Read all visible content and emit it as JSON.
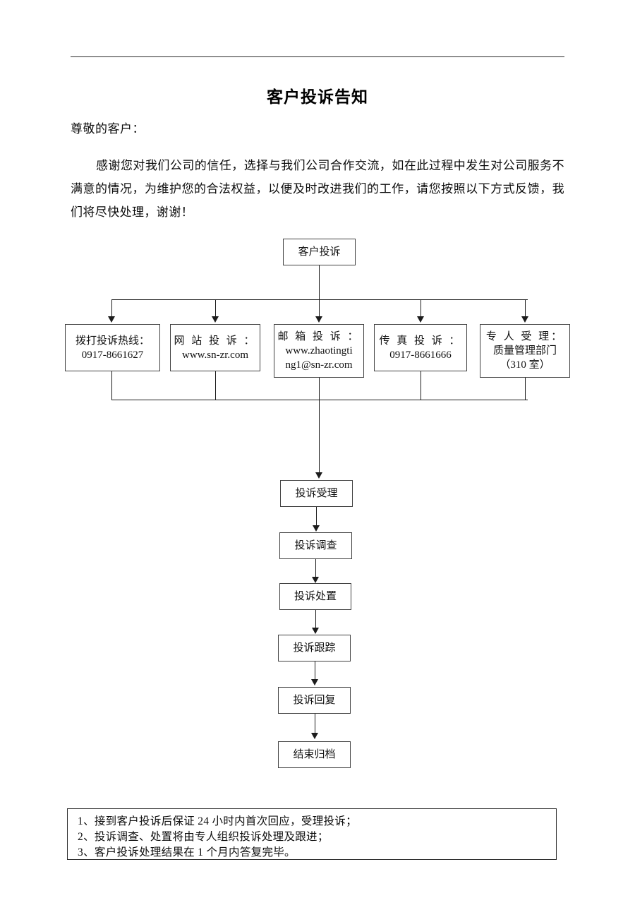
{
  "document": {
    "title": "客户投诉告知",
    "salutation": "尊敬的客户：",
    "intro": "感谢您对我们公司的信任，选择与我们公司合作交流，如在此过程中发生对公司服务不满意的情况，为维护您的合法权益，以便及时改进我们的工作，请您按照以下方式反馈，我们将尽快处理，谢谢！"
  },
  "flowchart": {
    "start": {
      "label": "客户投诉"
    },
    "channels": [
      {
        "line1": "拨打投诉热线：",
        "line2": "0917-8661627",
        "line3": ""
      },
      {
        "line1": "网 站 投 诉 ：",
        "line2": "www.sn-zr.com",
        "line3": ""
      },
      {
        "line1": "邮 箱 投 诉 ：",
        "line2": "www.zhaotingti",
        "line3": "ng1@sn-zr.com"
      },
      {
        "line1": "传 真 投 诉 ：",
        "line2": "0917-8661666",
        "line3": ""
      },
      {
        "line1": "专 人 受 理：",
        "line2": "质量管理部门",
        "line3": "（310 室）"
      }
    ],
    "process": [
      {
        "label": "投诉受理"
      },
      {
        "label": "投诉调查"
      },
      {
        "label": "投诉处置"
      },
      {
        "label": "投诉跟踪"
      },
      {
        "label": "投诉回复"
      },
      {
        "label": "结束归档"
      }
    ]
  },
  "notes": [
    "1、接到客户投诉后保证 24 小时内首次回应，受理投诉；",
    "2、投诉调查、处置将由专人组织投诉处理及跟进；",
    "3、客户投诉处理结果在 1 个月内答复完毕。"
  ]
}
